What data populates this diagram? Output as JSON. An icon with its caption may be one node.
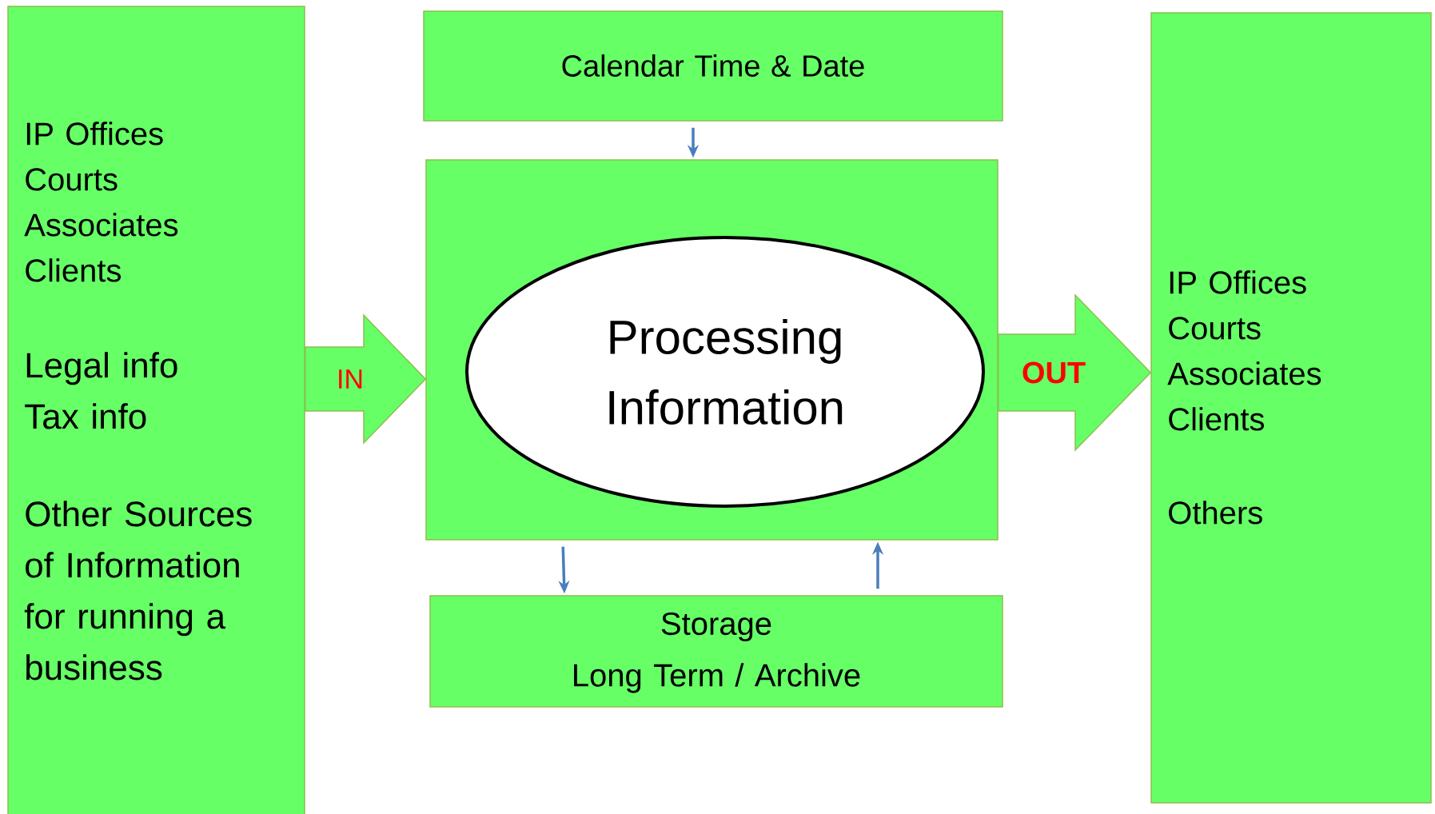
{
  "diagram": {
    "nodes": [
      {
        "text": [
          "IP Offices Courts Associates Clients",
          "Legal info Tax info",
          "Other Sources of Information for running a business"
        ]
      },
      {
        "text": [
          "Calendar Time & Date"
        ]
      },
      {
        "text": [],
        "shape": "box"
      },
      {
        "text": [
          "Processing Information"
        ],
        "in": 2
      },
      {
        "text": [
          "Storage",
          "Long Term / Archive"
        ]
      },
      {
        "text": [
          "IP Offices Courts Associates Clients",
          "Others"
        ]
      }
    ],
    "edges": [
      {
        "from": 0,
        "to": 2,
        "arrow": "to",
        "label": "IN",
        "style": "thick",
        "color": "#66ff66"
      },
      {
        "from": 2,
        "to": 5,
        "arrow": "to",
        "label": "OUT",
        "style": "thick",
        "color": "#66ff66"
      },
      {
        "from": 1,
        "to": 2,
        "arrow": "to"
      },
      {
        "from": 2,
        "to": 4,
        "arrow": "to"
      },
      {
        "from": 4,
        "to": 2,
        "arrow": "to"
      }
    ]
  }
}
